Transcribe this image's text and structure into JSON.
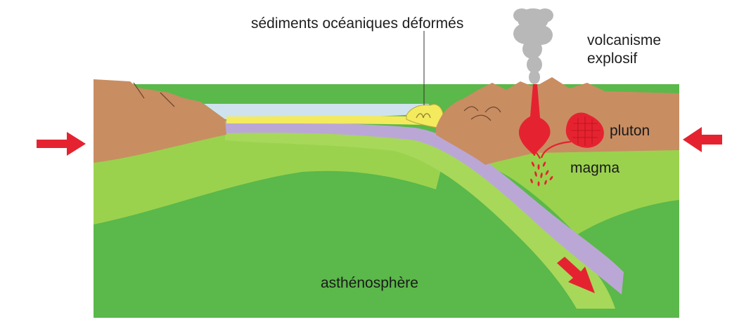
{
  "labels": {
    "sediments": "sédiments océaniques déformés",
    "volcanism_line1": "volcanisme",
    "volcanism_line2": "explosif",
    "pluton": "pluton",
    "magma": "magma",
    "asthenosphere": "asthénosphère"
  },
  "colors": {
    "continental_crust": "#c98d62",
    "ocean_water": "#cfe3ee",
    "sediments": "#f3ea5e",
    "oceanic_crust": "#bba7d6",
    "lithosphere_mantle": "#9ad24e",
    "asthenosphere": "#5bb84a",
    "magma": "#e52330",
    "arrows": "#e52330",
    "smoke": "#b8b8b8"
  }
}
